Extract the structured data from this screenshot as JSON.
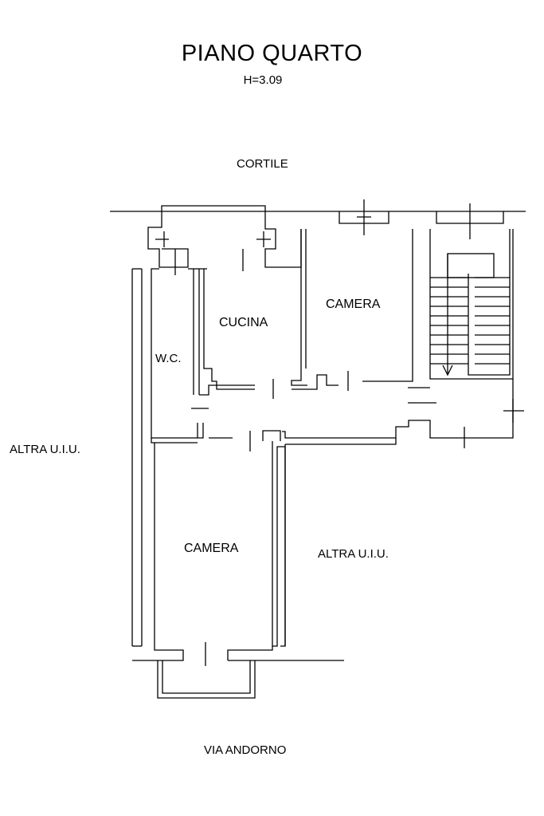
{
  "plan": {
    "title": "PIANO QUARTO",
    "height_label": "H=3.09",
    "orientation": {
      "top": "CORTILE",
      "bottom": "VIA ANDORNO"
    },
    "rooms": {
      "camera_top": "CAMERA",
      "cucina": "CUCINA",
      "wc": "W.C.",
      "camera_bottom": "CAMERA"
    },
    "neighbours": {
      "left": "ALTRA U.I.U.",
      "right": "ALTRA U.I.U."
    }
  }
}
